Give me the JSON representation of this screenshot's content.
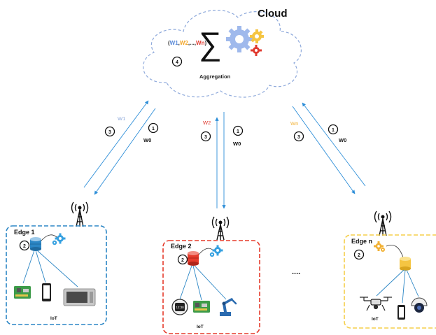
{
  "cloud": {
    "title": "Cloud",
    "formula_open": "(",
    "formula_w1": "W1",
    "formula_w2": "W2",
    "formula_dots": "...",
    "formula_wn": "Wn",
    "formula_close": ")",
    "sum_symbol": "∑",
    "step": "4",
    "caption": "Aggregation",
    "icons": [
      "cloud-icon",
      "sigma-icon",
      "gears-icon"
    ]
  },
  "links": [
    {
      "upload_label": "W1",
      "upload_color": "#8ea9db",
      "upload_step": "3",
      "download_label": "W0",
      "download_step": "1"
    },
    {
      "upload_label": "W2",
      "upload_color": "#e03a2f",
      "upload_step": "3",
      "download_label": "W0",
      "download_step": "1"
    },
    {
      "upload_label": "Wn",
      "upload_color": "#f2b134",
      "upload_step": "3",
      "download_label": "W0",
      "download_step": "1"
    }
  ],
  "edges": [
    {
      "title": "Edge 1",
      "step": "2",
      "iot_label": "IoT",
      "border_color": "#2b86c5",
      "db_color": "#2b86c5",
      "devices": [
        "raspberry-pi-icon",
        "smartphone-icon",
        "microwave-icon"
      ]
    },
    {
      "title": "Edge 2",
      "step": "2",
      "iot_label": "IoT",
      "border_color": "#e53b2c",
      "db_color": "#e53b2c",
      "devices": [
        "smartwatch-icon",
        "raspberry-pi-icon",
        "robot-arm-icon"
      ]
    },
    {
      "title": "Edge n",
      "step": "2",
      "iot_label": "IoT",
      "border_color": "#f5cf4a",
      "db_color": "#f5c542",
      "devices": [
        "drone-icon",
        "smartphone-icon",
        "security-camera-icon"
      ]
    }
  ],
  "ellipsis": "....",
  "colors": {
    "link_line": "#2d8ed8",
    "gear_blue": "#35a0e0"
  }
}
